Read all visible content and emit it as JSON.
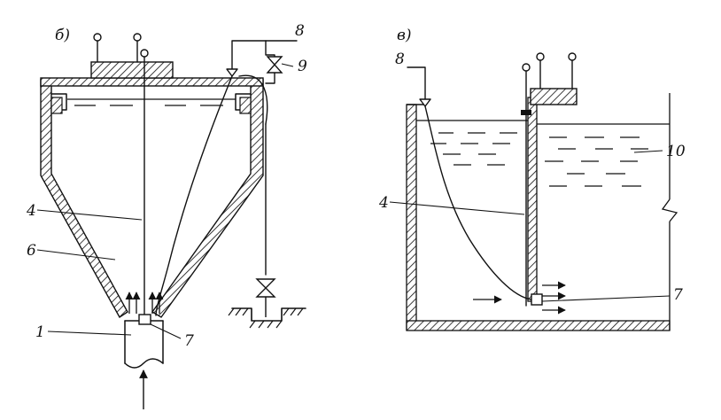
{
  "figure": {
    "panel_b": {
      "letter": "б)",
      "labels": {
        "inlet": "1",
        "rod": "4",
        "body": "6",
        "sensor": "7",
        "supply": "8",
        "valve": "9"
      }
    },
    "panel_v": {
      "letter": "в)",
      "labels": {
        "supply": "8",
        "rod": "4",
        "sensor": "7",
        "liquid": "10"
      }
    }
  }
}
